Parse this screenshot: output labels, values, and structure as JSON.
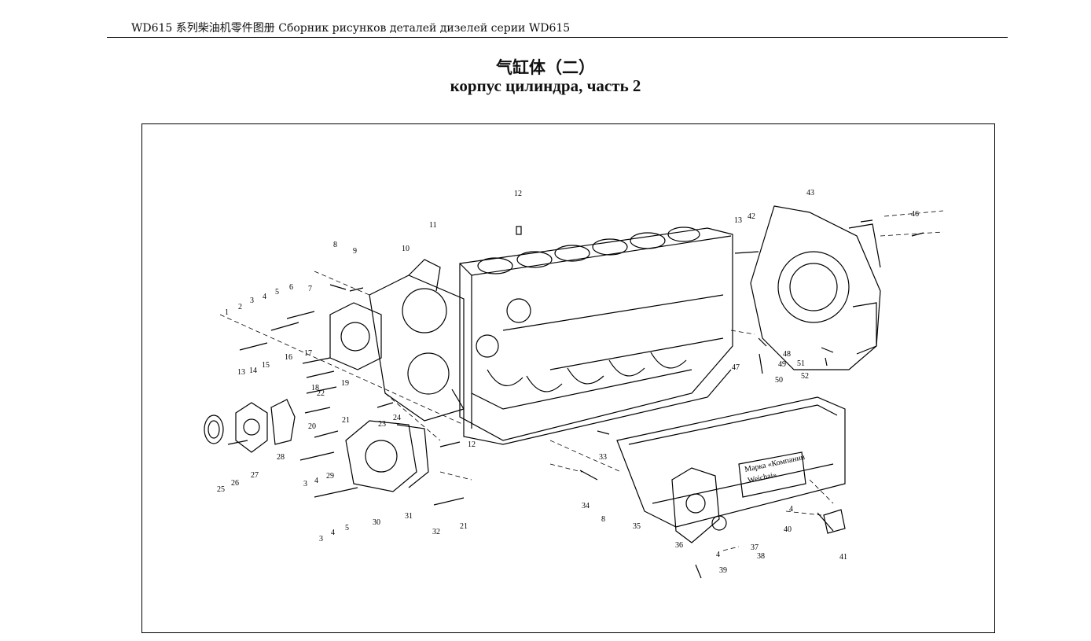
{
  "header": {
    "running_head": "WD615 系列柴油机零件图册  Сборник рисунков деталей дизелей серии WD615"
  },
  "title": {
    "zh": "气缸体（二）",
    "ru": "корпус цилиндра, часть 2"
  },
  "drawing": {
    "nameplate_line1": "Марка «Компании",
    "nameplate_line2": "Weichai»",
    "callouts": [
      "1",
      "2",
      "3",
      "4",
      "5",
      "6",
      "7",
      "8",
      "9",
      "10",
      "11",
      "12",
      "13",
      "14",
      "15",
      "16",
      "17",
      "18",
      "19",
      "20",
      "21",
      "22",
      "23",
      "24",
      "25",
      "26",
      "27",
      "28",
      "29",
      "30",
      "31",
      "32",
      "33",
      "34",
      "35",
      "36",
      "37",
      "38",
      "39",
      "40",
      "41",
      "42",
      "43",
      "46",
      "47",
      "48",
      "49",
      "50",
      "51",
      "52"
    ]
  }
}
